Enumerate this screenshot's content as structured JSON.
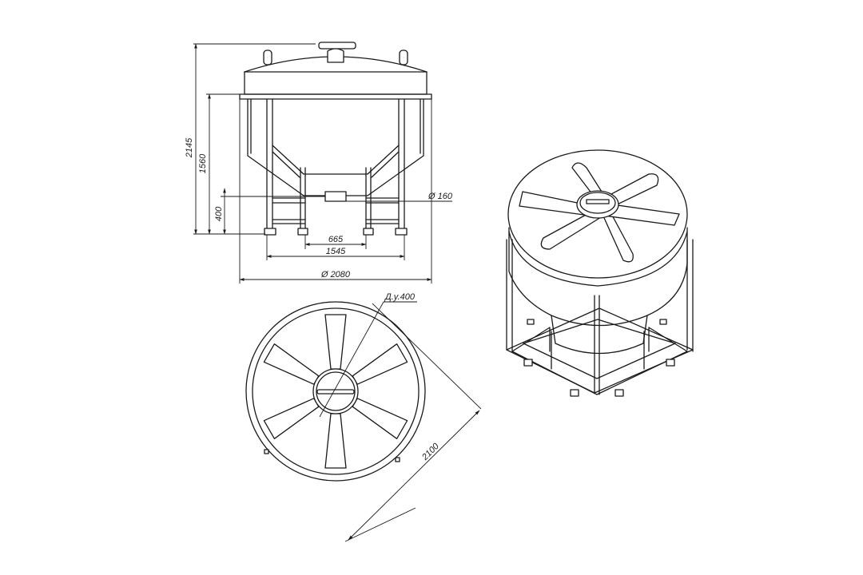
{
  "dimensions": {
    "overall_height": "2145",
    "body_height": "1560",
    "outlet_height": "400",
    "outlet_diameter": "Ø 160",
    "inner_frame_width": "665",
    "frame_width": "1545",
    "tank_diameter": "Ø 2080",
    "manhole": "Д.у.400",
    "frame_diagonal": "2100"
  },
  "colors": {
    "line": "#1a1a1a",
    "background": "#ffffff"
  }
}
